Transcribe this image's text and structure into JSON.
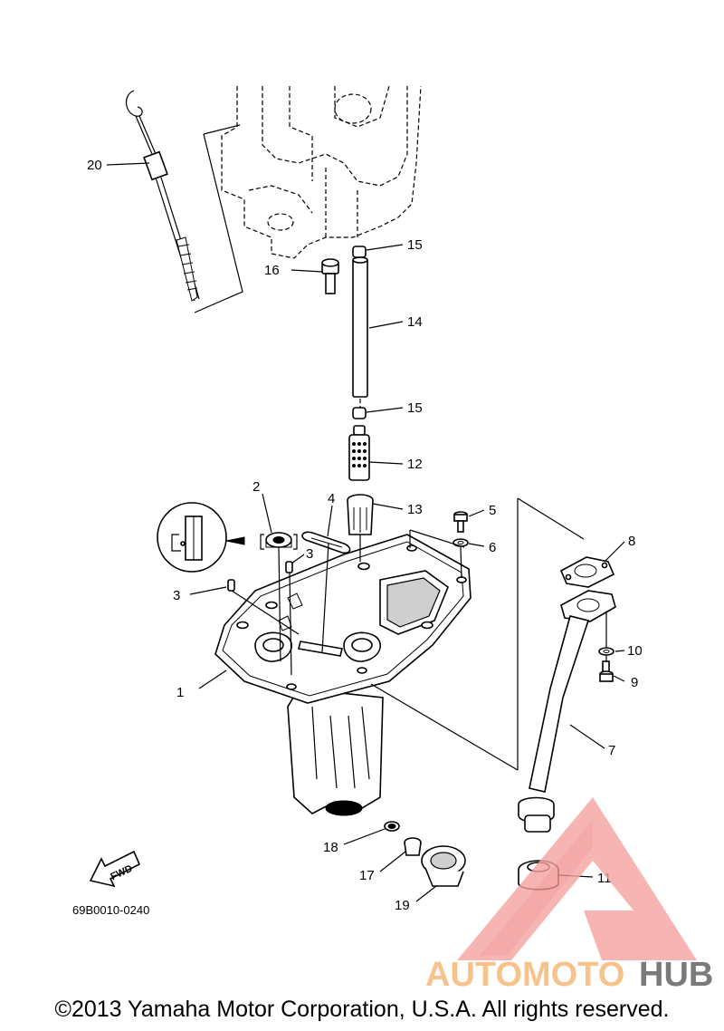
{
  "diagram": {
    "part_labels": [
      {
        "id": "1",
        "text": "1"
      },
      {
        "id": "2",
        "text": "2"
      },
      {
        "id": "3a",
        "text": "3"
      },
      {
        "id": "3b",
        "text": "3"
      },
      {
        "id": "4",
        "text": "4"
      },
      {
        "id": "5",
        "text": "5"
      },
      {
        "id": "6",
        "text": "6"
      },
      {
        "id": "7",
        "text": "7"
      },
      {
        "id": "8",
        "text": "8"
      },
      {
        "id": "9",
        "text": "9"
      },
      {
        "id": "10",
        "text": "10"
      },
      {
        "id": "11",
        "text": "11"
      },
      {
        "id": "12",
        "text": "12"
      },
      {
        "id": "13",
        "text": "13"
      },
      {
        "id": "14",
        "text": "14"
      },
      {
        "id": "15a",
        "text": "15"
      },
      {
        "id": "15b",
        "text": "15"
      },
      {
        "id": "16",
        "text": "16"
      },
      {
        "id": "17",
        "text": "17"
      },
      {
        "id": "18",
        "text": "18"
      },
      {
        "id": "19",
        "text": "19"
      },
      {
        "id": "20",
        "text": "20"
      }
    ],
    "diagram_code": "69B0010-0240",
    "fwd_arrow_text": "FWD"
  },
  "watermark": {
    "text_part1": "AUTOMOTO",
    "text_part2": "HUB",
    "color_primary": "#f5a3a0",
    "color_secondary": "#f7b470",
    "color_dark": "#5a5a5a"
  },
  "copyright": "©2013 Yamaha Motor Corporation, U.S.A. All rights reserved."
}
